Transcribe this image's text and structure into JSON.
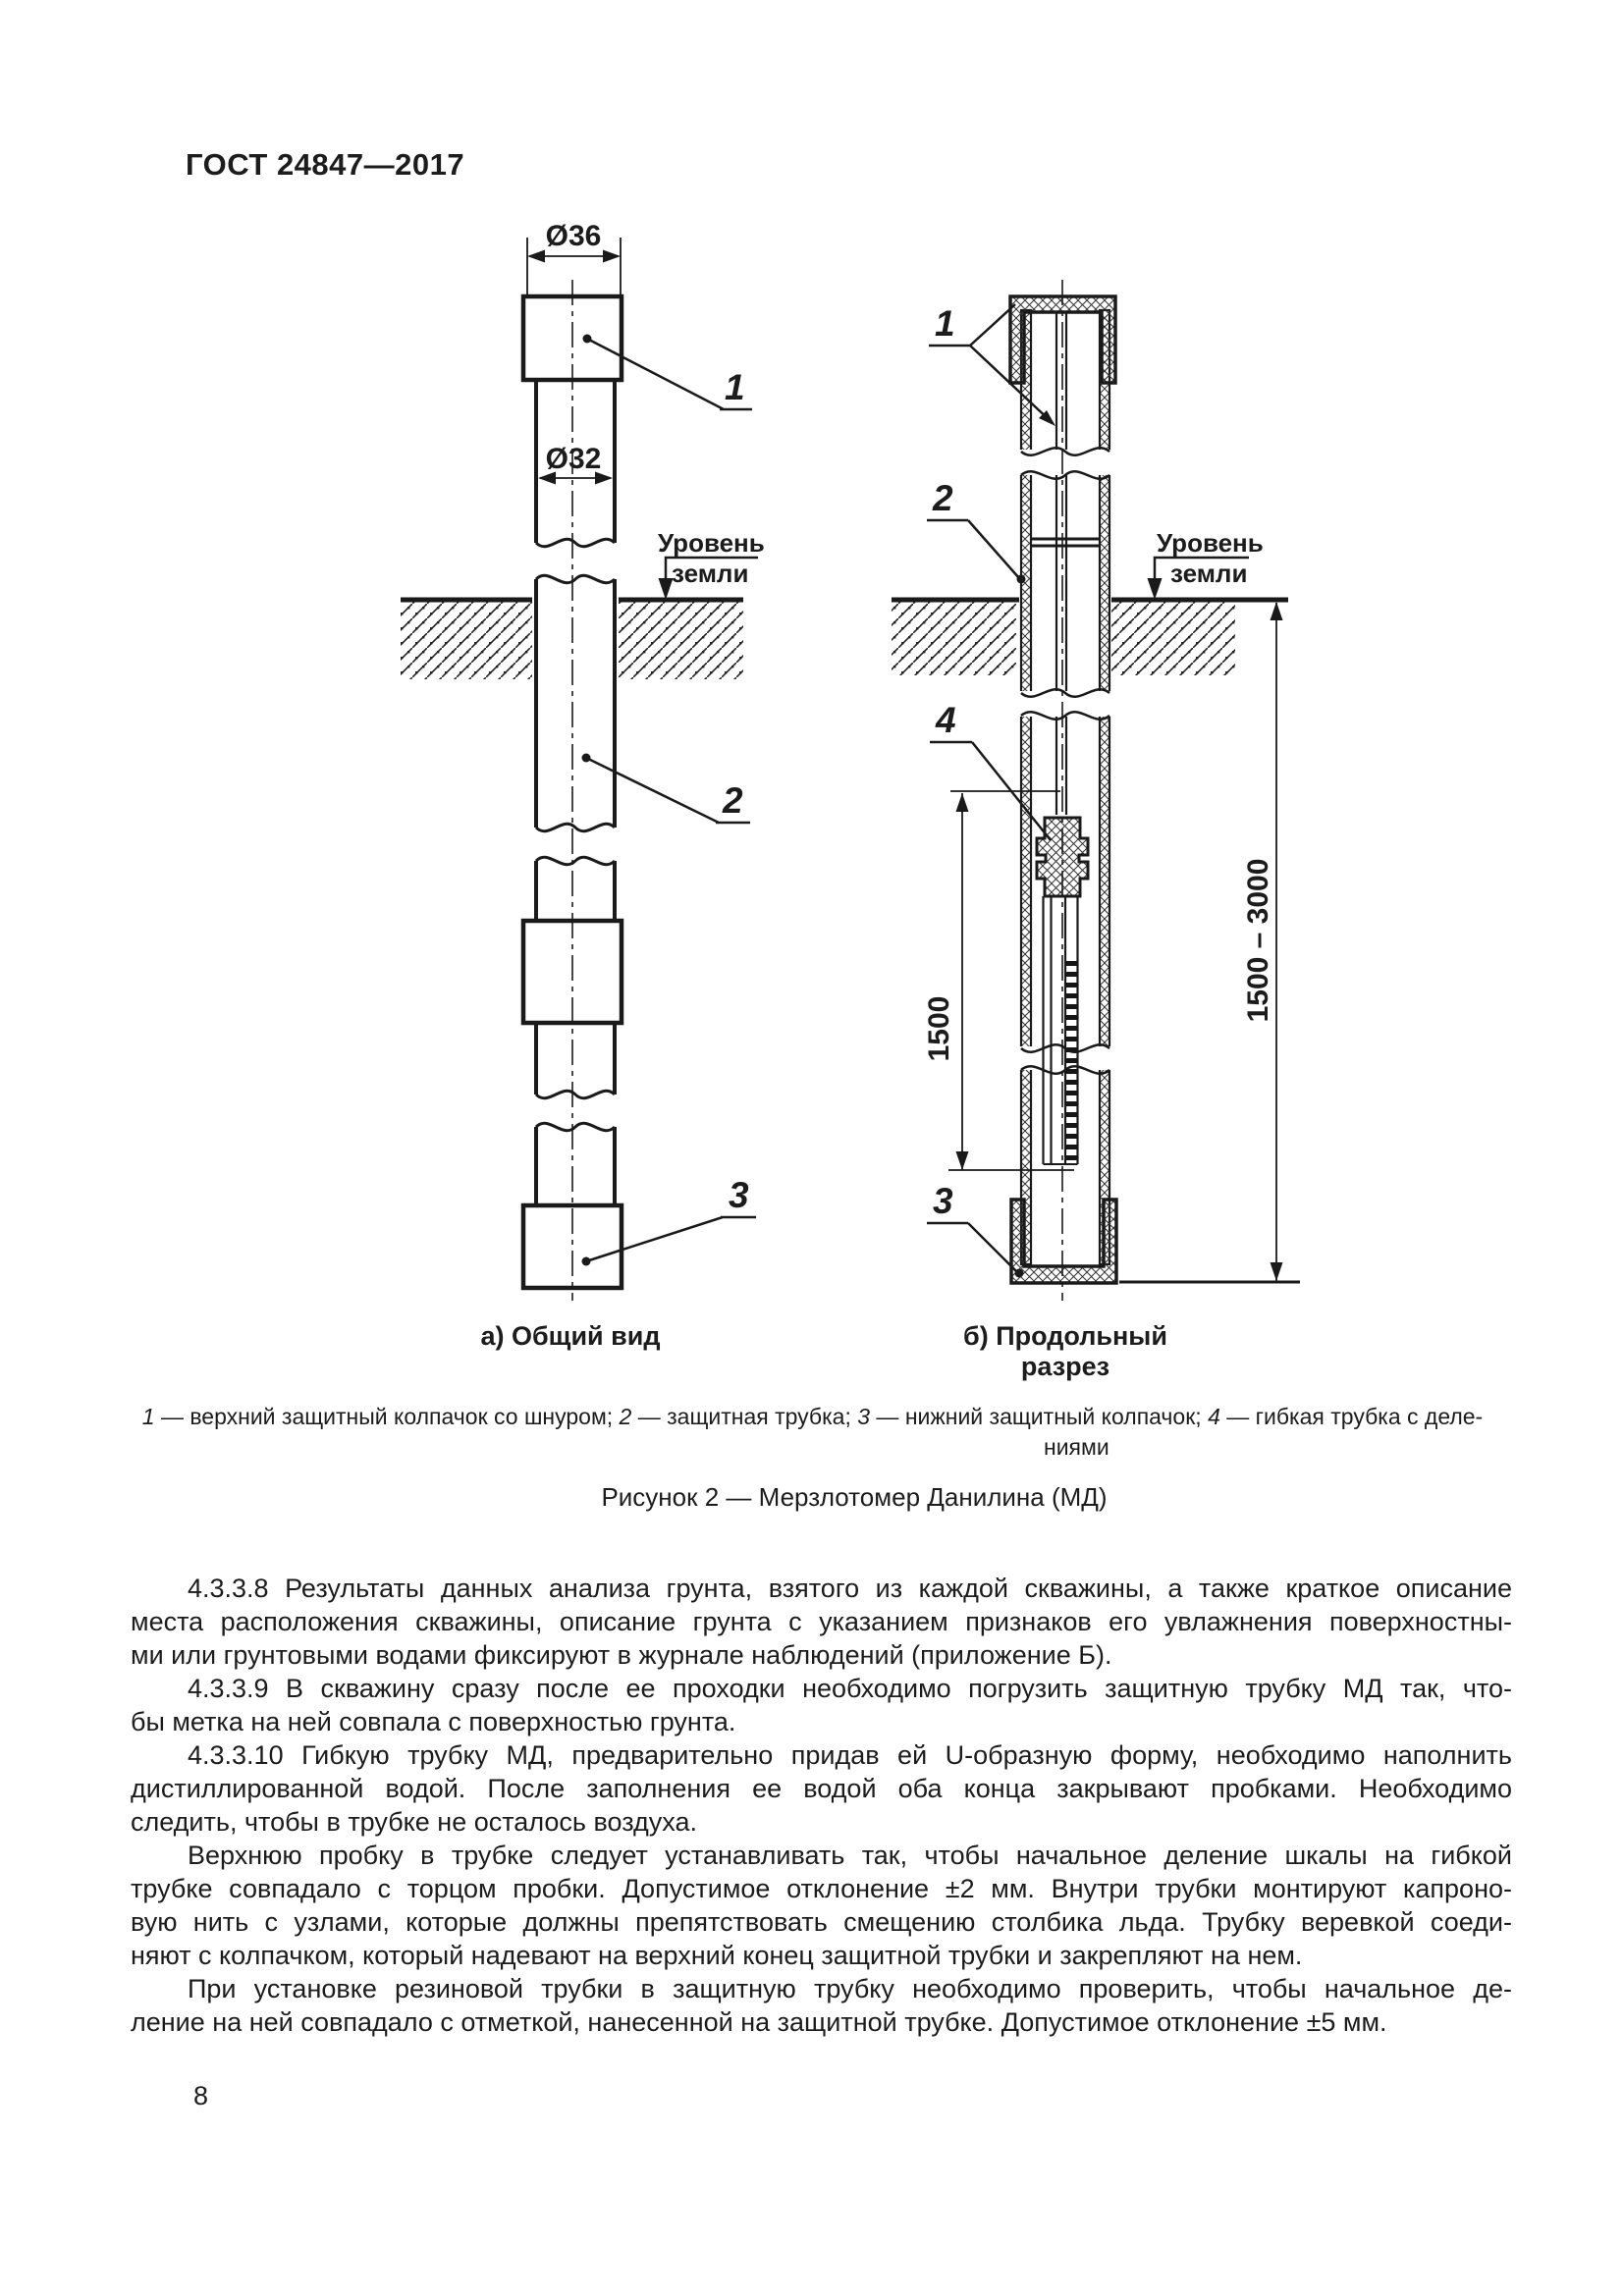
{
  "header": {
    "title": "ГОСТ 24847—2017"
  },
  "figure": {
    "dims": {
      "d36": "Ø36",
      "d32": "Ø32",
      "len1500": "1500",
      "len_range": "1500 – 3000"
    },
    "ground_label": {
      "line1": "Уровень",
      "line2": "земли"
    },
    "labels": {
      "n1": "1",
      "n2": "2",
      "n3": "3",
      "n4": "4"
    },
    "captions": {
      "a": "а) Общий вид",
      "b": "б) Продольный разрез"
    },
    "legend": {
      "parts": [
        {
          "num": "1",
          "text": " — верхний защитный колпачок со шнуром; "
        },
        {
          "num": "2",
          "text": " — защитная трубка; "
        },
        {
          "num": "3",
          "text": " — нижний защитный колпачок; "
        },
        {
          "num": "4",
          "text": " — гибкая трубка с деле-"
        }
      ],
      "continuation": "ниями"
    },
    "caption": "Рисунок 2 — Мерзлотомер Данилина (МД)"
  },
  "body": {
    "lines": [
      "4.3.3.8 Результаты данных анализа грунта, взятого из каждой скважины, а также краткое описание",
      "места расположения скважины, описание грунта с указанием признаков его увлажнения поверхностны-",
      "ми или грунтовыми водами фиксируют в журнале наблюдений (приложение Б).",
      "4.3.3.9 В скважину сразу после ее проходки необходимо погрузить защитную трубку МД так, что-",
      "бы метка на ней совпала с поверхностью грунта.",
      "4.3.3.10 Гибкую трубку МД, предварительно придав ей U-образную форму, необходимо наполнить",
      "дистиллированной водой. После заполнения ее водой оба конца закрывают пробками. Необходимо",
      "следить, чтобы в трубке не осталось воздуха.",
      "Верхнюю пробку в трубке следует устанавливать так, чтобы начальное деление шкалы на гибкой",
      "трубке совпадало с торцом пробки. Допустимое отклонение ±2 мм. Внутри трубки монтируют капроно-",
      "вую нить с узлами, которые должны препятствовать смещению столбика льда. Трубку веревкой соеди-",
      "няют с колпачком, который надевают на верхний конец защитной трубки и закрепляют на нем.",
      "При установке резиновой трубки в защитную трубку необходимо проверить, чтобы начальное де-",
      "ление на ней совпадало с отметкой, нанесенной на защитной трубке. Допустимое отклонение ±5 мм."
    ]
  },
  "footer": {
    "page_number": "8"
  }
}
